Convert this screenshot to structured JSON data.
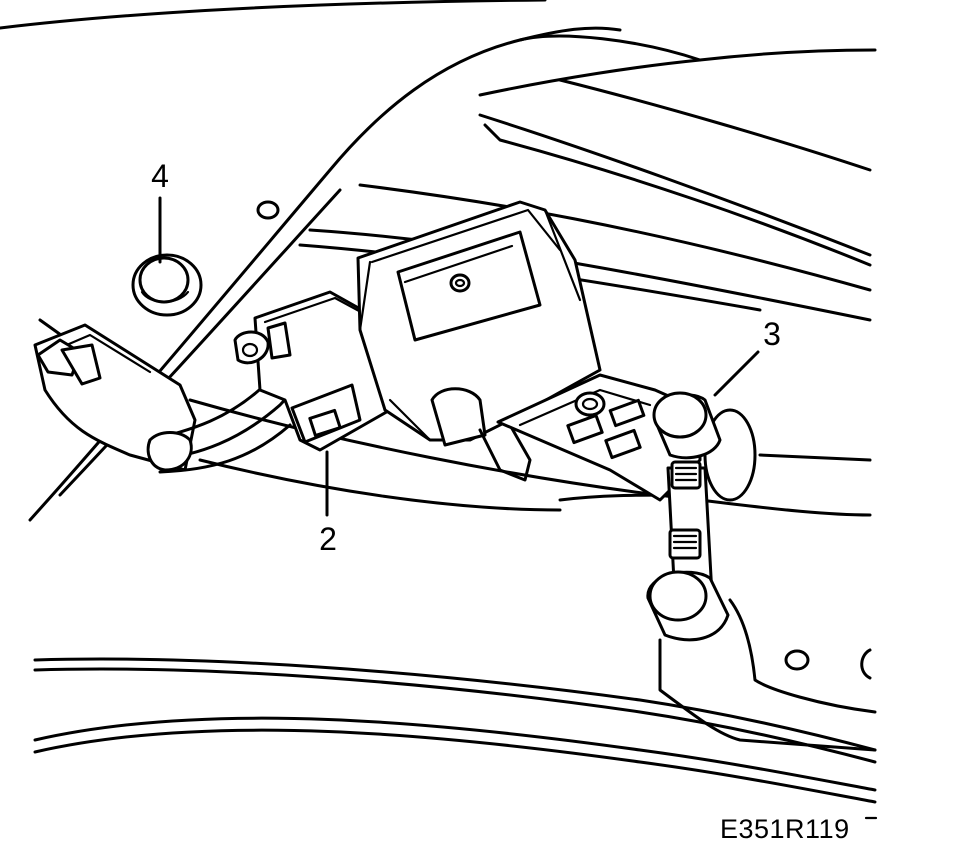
{
  "callouts": [
    {
      "id": "4",
      "label": "4"
    },
    {
      "id": "3",
      "label": "3"
    },
    {
      "id": "2",
      "label": "2"
    }
  ],
  "figure_code": "E351R119"
}
